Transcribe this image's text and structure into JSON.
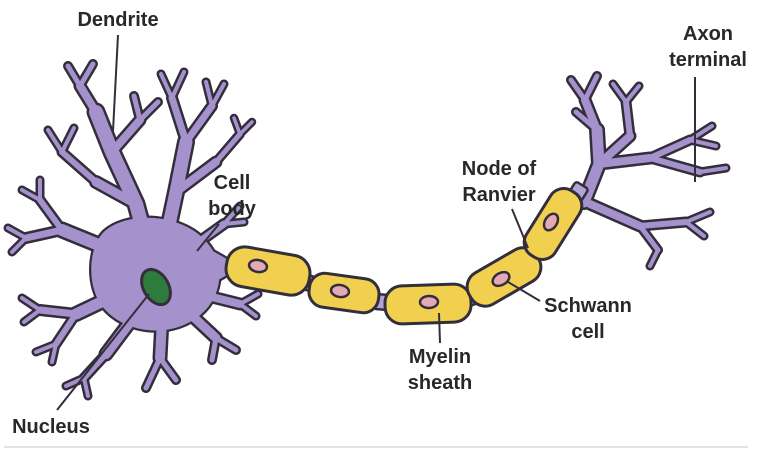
{
  "figure": {
    "type": "neuron-anatomy-diagram",
    "subject": "Neuron with myelinated axon"
  },
  "labels": {
    "dendrite": "Dendrite",
    "cell_body": "Cell\nbody",
    "nucleus": "Nucleus",
    "myelin_sheath": "Myelin\nsheath",
    "node_of_ranvier": "Node of\nRanvier",
    "schwann_cell": "Schwann\ncell",
    "axon_terminal": "Axon\nterminal"
  },
  "colors": {
    "membrane_purple": "#a591cc",
    "node_purple": "#b3a3d8",
    "myelin_yellow": "#f2d04f",
    "schwann_nucleus_pink": "#e5a8b5",
    "nucleus_green": "#2e7c3c",
    "outline_dark": "#332e3b",
    "label_text": "#282828",
    "bottom_rule": "#d9d9d9"
  }
}
